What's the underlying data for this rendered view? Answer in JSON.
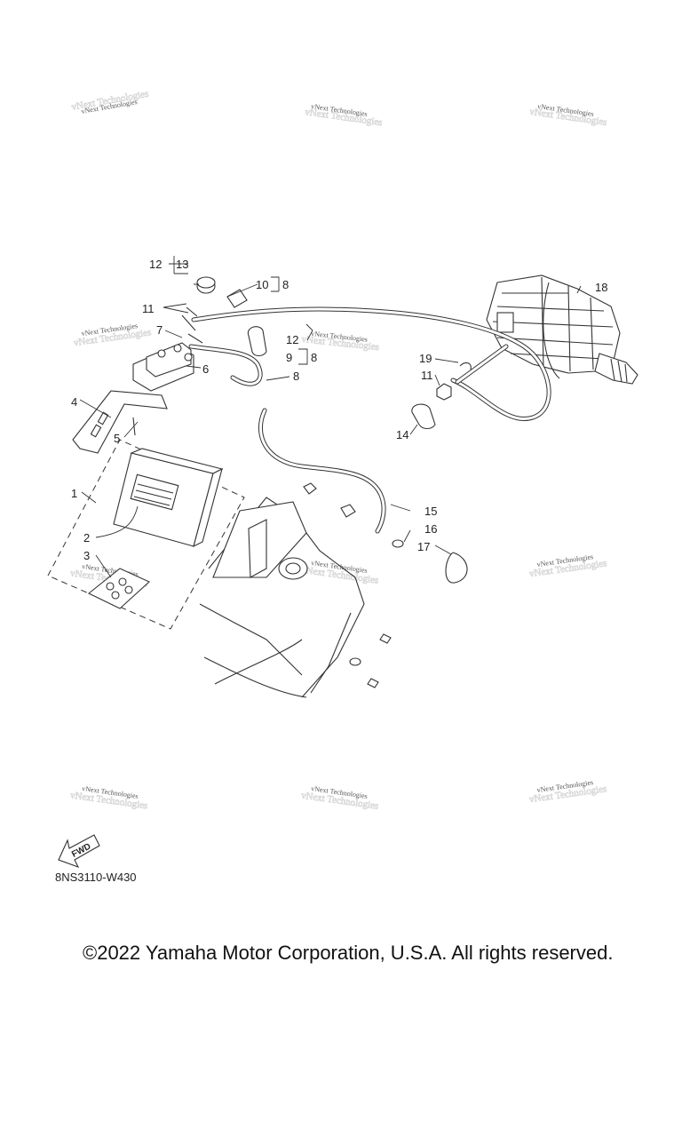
{
  "watermark": "vNext Technologies",
  "diagram_code": "8NS3110-W430",
  "fwd_label": "FWD",
  "copyright": "©2022 Yamaha Motor Corporation, U.S.A. All rights reserved.",
  "callouts": {
    "c1": "1",
    "c2": "2",
    "c3": "3",
    "c4": "4",
    "c5": "5",
    "c6": "6",
    "c7": "7",
    "c8a": "8",
    "c8b": "8",
    "c8c": "8",
    "c9": "9",
    "c10": "10",
    "c11a": "11",
    "c11b": "11",
    "c12a": "12",
    "c12b": "12",
    "c13": "13",
    "c14": "14",
    "c15": "15",
    "c16": "16",
    "c17": "17",
    "c18": "18",
    "c19": "19"
  }
}
